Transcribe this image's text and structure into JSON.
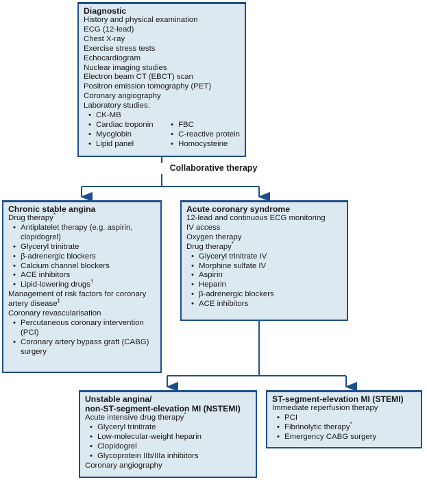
{
  "diagnostic": {
    "title": "Diagnostic",
    "items": [
      "History and physical examination",
      "ECG (12-lead)",
      "Chest X-ray",
      "Exercise stress tests",
      "Echocardiogram",
      "Nuclear imaging studies",
      "Electron beam CT (EBCT) scan",
      "Positron emission tomography (PET)",
      "Coronary angiography",
      "Laboratory studies:"
    ],
    "lab_col1": [
      "CK-MB",
      "Cardiac troponin",
      "Myoglobin",
      "Lipid panel"
    ],
    "lab_col2": [
      "FBC",
      "C-reactive protein",
      "Homocysteine"
    ]
  },
  "collaborative_label": "Collaborative therapy",
  "chronic": {
    "title": "Chronic stable angina",
    "drug_label": "Drug therapy",
    "drug_mark": "*",
    "drugs": [
      "Antiplatelet therapy (e.g. aspirin, clopidogrel)",
      "Glyceryl trinitrate",
      "β-adrenergic blockers",
      "Calcium channel blockers",
      "ACE inhibitors",
      "Lipid-lowering drugs"
    ],
    "lipid_mark": "†",
    "risk_text": "Management of risk factors for coronary artery disease",
    "risk_mark": "‡",
    "revasc_label": "Coronary revascularisation",
    "revasc": [
      "Percutaneous coronary intervention (PCI)",
      "Coronary artery bypass graft (CABG) surgery"
    ]
  },
  "acs": {
    "title": "Acute coronary syndrome",
    "lines": [
      "12-lead and continuous ECG monitoring",
      "IV access",
      "Oxygen therapy"
    ],
    "drug_label": "Drug therapy",
    "drug_mark": "*",
    "drugs": [
      "Glyceryl trinitrate IV",
      "Morphine sulfate IV",
      "Aspirin",
      "Heparin",
      "β-adrenergic blockers",
      "ACE inhibitors"
    ]
  },
  "nstemi": {
    "title_line1": "Unstable angina/",
    "title_line2": "non-ST-segment-elevation MI (NSTEMI)",
    "drug_label": "Acute intensive drug therapy",
    "drug_mark": "*",
    "drugs": [
      "Glyceryl trinitrate",
      "Low-molecular-weight heparin",
      "Clopidogrel",
      "Glycoprotein IIb/IIIa inhibitors"
    ],
    "footer": "Coronary angiography"
  },
  "stemi": {
    "title": "ST-segment-elevation MI (STEMI)",
    "lead": "Immediate reperfusion therapy",
    "items": [
      "PCI",
      "Fibrinolytic therapy",
      "Emergency CABG surgery"
    ],
    "fibrinolytic_mark": "*"
  },
  "colors": {
    "box_fill": "#dde9f0",
    "border": "#1f4e8c",
    "arrow": "#1f4e8c"
  }
}
